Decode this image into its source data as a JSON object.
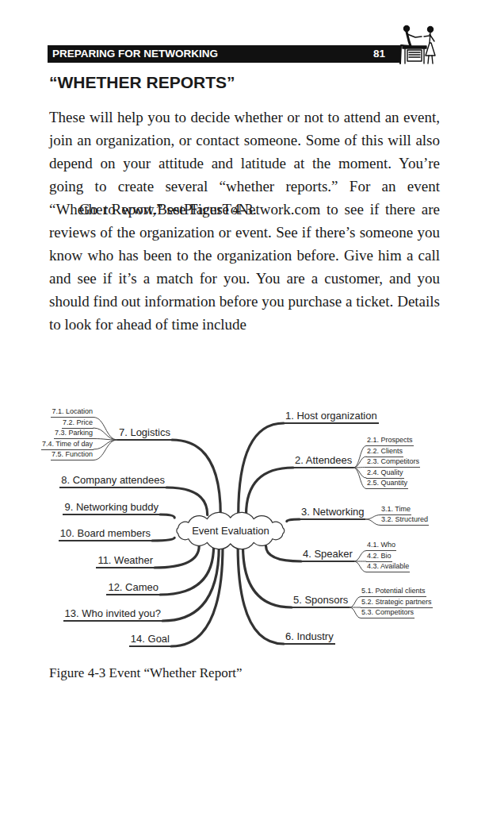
{
  "diagram": {
    "title": "“WHETHER REPORTS”",
    "caption": "Figure 4-3 Event “Whether Report”",
    "nodes": [
      {
        "text": [
          "Event Evaluation"
        ]
      },
      {
        "text": [
          "1. Host organization"
        ]
      },
      {
        "text": [
          "2. Attendees"
        ]
      },
      {
        "text": [
          "2.1. Prospects"
        ]
      },
      {
        "text": [
          "2.2. Clients"
        ]
      },
      {
        "text": [
          "2.3. Competitors"
        ]
      },
      {
        "text": [
          "2.4. Quality"
        ]
      },
      {
        "text": [
          "2.5. Quantity"
        ]
      },
      {
        "text": [
          "3. Networking"
        ]
      },
      {
        "text": [
          "3.1. Time"
        ]
      },
      {
        "text": [
          "3.2. Structured"
        ]
      },
      {
        "text": [
          "4. Speaker"
        ]
      },
      {
        "text": [
          "4.1. Who"
        ]
      },
      {
        "text": [
          "4.2. Bio"
        ]
      },
      {
        "text": [
          "4.3. Available"
        ]
      },
      {
        "text": [
          "5. Sponsors"
        ]
      },
      {
        "text": [
          "5.1. Potential clients"
        ]
      },
      {
        "text": [
          "5.2. Strategic partners"
        ]
      },
      {
        "text": [
          "5.3. Competitors"
        ]
      },
      {
        "text": [
          "6. Industry"
        ]
      },
      {
        "text": [
          "7. Logistics"
        ]
      },
      {
        "text": [
          "7.1. Location"
        ]
      },
      {
        "text": [
          "7.2. Price"
        ]
      },
      {
        "text": [
          "7.3. Parking"
        ]
      },
      {
        "text": [
          "7.4. Time of day"
        ]
      },
      {
        "text": [
          "7.5. Function"
        ]
      },
      {
        "text": [
          "8. Company attendees"
        ]
      },
      {
        "text": [
          "9. Networking buddy"
        ]
      },
      {
        "text": [
          "10. Board members"
        ]
      },
      {
        "text": [
          "11. Weather"
        ]
      },
      {
        "text": [
          "12. Cameo"
        ]
      },
      {
        "text": [
          "13. Who invited you?"
        ]
      },
      {
        "text": [
          "14. Goal"
        ]
      }
    ],
    "edges": [
      {
        "from": 0,
        "to": 1,
        "arrow": "none"
      },
      {
        "from": 0,
        "to": 2,
        "arrow": "none"
      },
      {
        "from": 2,
        "to": 3,
        "arrow": "none"
      },
      {
        "from": 2,
        "to": 4,
        "arrow": "none"
      },
      {
        "from": 2,
        "to": 5,
        "arrow": "none"
      },
      {
        "from": 2,
        "to": 6,
        "arrow": "none"
      },
      {
        "from": 2,
        "to": 7,
        "arrow": "none"
      },
      {
        "from": 0,
        "to": 8,
        "arrow": "none"
      },
      {
        "from": 8,
        "to": 9,
        "arrow": "none"
      },
      {
        "from": 8,
        "to": 10,
        "arrow": "none"
      },
      {
        "from": 0,
        "to": 11,
        "arrow": "none"
      },
      {
        "from": 11,
        "to": 12,
        "arrow": "none"
      },
      {
        "from": 11,
        "to": 13,
        "arrow": "none"
      },
      {
        "from": 11,
        "to": 14,
        "arrow": "none"
      },
      {
        "from": 0,
        "to": 15,
        "arrow": "none"
      },
      {
        "from": 15,
        "to": 16,
        "arrow": "none"
      },
      {
        "from": 15,
        "to": 17,
        "arrow": "none"
      },
      {
        "from": 15,
        "to": 18,
        "arrow": "none"
      },
      {
        "from": 0,
        "to": 19,
        "arrow": "none"
      },
      {
        "from": 0,
        "to": 20,
        "arrow": "none"
      },
      {
        "from": 20,
        "to": 21,
        "arrow": "none"
      },
      {
        "from": 20,
        "to": 22,
        "arrow": "none"
      },
      {
        "from": 20,
        "to": 23,
        "arrow": "none"
      },
      {
        "from": 20,
        "to": 24,
        "arrow": "none"
      },
      {
        "from": 20,
        "to": 25,
        "arrow": "none"
      },
      {
        "from": 0,
        "to": 26,
        "arrow": "none"
      },
      {
        "from": 0,
        "to": 27,
        "arrow": "none"
      },
      {
        "from": 0,
        "to": 28,
        "arrow": "none"
      },
      {
        "from": 0,
        "to": 29,
        "arrow": "none"
      },
      {
        "from": 0,
        "to": 30,
        "arrow": "none"
      },
      {
        "from": 0,
        "to": 31,
        "arrow": "none"
      },
      {
        "from": 0,
        "to": 32,
        "arrow": "none"
      }
    ],
    "labels": [
      "PREPARING FOR NETWORKING",
      "81",
      "These will help you to decide whether or not to attend an event, join an organization, or contact someone. Some of this will also depend on your attitude and latitude at the moment. You’re going to create several “whether reports.” For an event “Whether Report,” see Figure 4-3.",
      "Go to www.BestPlacesToNetwork.com to see if there are reviews of the organization or event. See if there’s someone you know who has been to the organization before. Give him a call and see if it’s a match for you. You are a customer, and you should find out information before you purchase a ticket. Details to look for ahead of time include"
    ]
  }
}
